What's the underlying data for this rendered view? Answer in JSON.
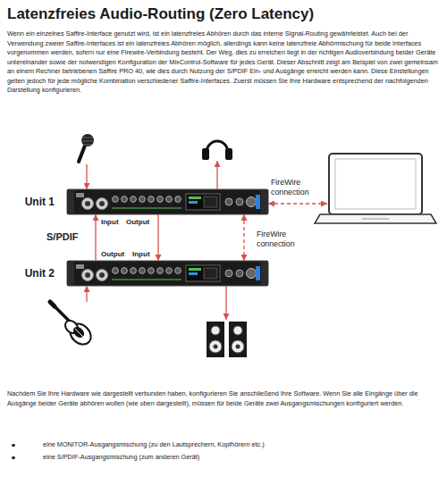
{
  "diagram": {
    "title": "Latenzfreies Audio-Routing (Zero Latency)",
    "nodes": [
      {
        "text": []
      },
      {
        "text": []
      },
      {
        "text": []
      },
      {
        "text": [
          "Unit 1"
        ]
      },
      {
        "text": [
          "Unit 2"
        ]
      },
      {
        "text": []
      },
      {
        "text": []
      }
    ],
    "edges": [
      {
        "from": 0,
        "to": 3,
        "arrow": "to"
      },
      {
        "from": 3,
        "to": 1,
        "arrow": "to"
      },
      {
        "from": 3,
        "to": 2,
        "label": "FireWire connection",
        "arrow": "both"
      },
      {
        "from": 4,
        "to": 3,
        "arrow": "to"
      },
      {
        "from": 3,
        "to": 4,
        "arrow": "to"
      },
      {
        "from": 3,
        "to": 4,
        "label": "FireWire connection",
        "arrow": "both"
      },
      {
        "from": 5,
        "to": 4,
        "arrow": "to"
      },
      {
        "from": 4,
        "to": 6,
        "arrow": "to"
      }
    ],
    "labels": [
      "Wenn ein einzelnes Saffire-Interface genutzt wird, ist ein latenzfreies Abhören durch das interne Signal-Routing gewährleistet. Auch bei der Verwendung zweier Saffire-Interfaces ist ein latenzfreies Abhören möglich, allerdings kann keine latenzfreie Abhörmischung für beide Interfaces vorgenommen werden, sofern nur eine Firewire-Verbindung besteht. Der Weg, dies zu erreichen liegt in der richtigen Audioverbindung beider Geräte untereinander sowie der notwendigen Konfiguration der MixControl-Software für jedes Gerät. Dieser Abschnitt zeigt am Beispiel von zwei gemeinsam an einem Rechner betriebenen Saffire PRO 40, wie dies durch Nutzung der S/PDIF Ein- und Ausgänge erreicht werden kann. Diese Einstellungen gelten jedoch für jede mögliche Kombination verschiedener Saffire-Interfaces. Zuerst müssen Sie Ihre Hardware entsprechend der nachfolgenden Darstellung konfigurieren.",
      "Input",
      "Output",
      "S/PDIF",
      "Output",
      "Input",
      "Nachdem Sie Ihre Hardware wie dargestellt verbunden haben, konfigurieren Sie anschließend Ihre Software. Wenn Sie alle Eingänge über die Ausgänge beider Geräte abhören wollen (wie oben dargestellt), müssen für beide Geräte zwei Ausgangsmischungen konfiguriert werden.",
      "eine MONITOR-Ausgangsmischung (zu den Lautsprechern, Kopfhörern etc.)",
      "eine S/PDIF-Ausgangsmischung (zum anderen Gerät)"
    ]
  }
}
